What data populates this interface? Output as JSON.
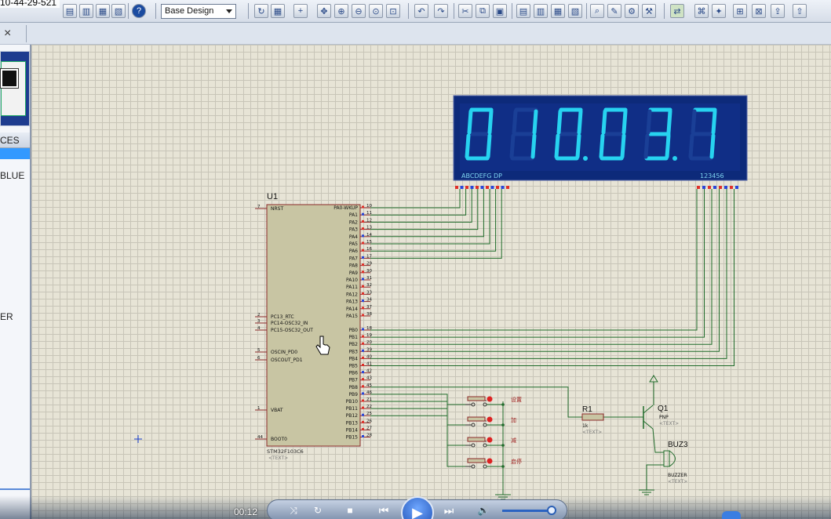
{
  "window": {
    "title_stamp": "10-44-29-521"
  },
  "toolbar": {
    "design_select": "Base Design"
  },
  "tabstrip": {
    "close_glyph": "×"
  },
  "left_panel": {
    "devices_header": "CES",
    "items": [
      "BLUE",
      "ER"
    ]
  },
  "schematic": {
    "mcu": {
      "ref": "U1",
      "part": "STM32F103C6",
      "text_placeholder": "<TEXT>",
      "left_pins": [
        {
          "num": "7",
          "name": "NRST"
        },
        {
          "num": "2",
          "name": "PC13_RTC"
        },
        {
          "num": "3",
          "name": "PC14-OSC32_IN"
        },
        {
          "num": "4",
          "name": "PC15-OSC32_OUT"
        },
        {
          "num": "5",
          "name": "OSCIN_PD0"
        },
        {
          "num": "6",
          "name": "OSCOUT_PD1"
        },
        {
          "num": "1",
          "name": "VBAT"
        },
        {
          "num": "44",
          "name": "BOOT0"
        }
      ],
      "right_pins": [
        {
          "num": "10",
          "name": "PA0-WKUP"
        },
        {
          "num": "11",
          "name": "PA1"
        },
        {
          "num": "12",
          "name": "PA2"
        },
        {
          "num": "13",
          "name": "PA3"
        },
        {
          "num": "14",
          "name": "PA4"
        },
        {
          "num": "15",
          "name": "PA5"
        },
        {
          "num": "16",
          "name": "PA6"
        },
        {
          "num": "17",
          "name": "PA7"
        },
        {
          "num": "29",
          "name": "PA8"
        },
        {
          "num": "30",
          "name": "PA9"
        },
        {
          "num": "31",
          "name": "PA10"
        },
        {
          "num": "32",
          "name": "PA11"
        },
        {
          "num": "33",
          "name": "PA12"
        },
        {
          "num": "34",
          "name": "PA13"
        },
        {
          "num": "37",
          "name": "PA14"
        },
        {
          "num": "38",
          "name": "PA15"
        },
        {
          "num": "18",
          "name": "PB0"
        },
        {
          "num": "19",
          "name": "PB1"
        },
        {
          "num": "20",
          "name": "PB2"
        },
        {
          "num": "39",
          "name": "PB3"
        },
        {
          "num": "40",
          "name": "PB4"
        },
        {
          "num": "41",
          "name": "PB5"
        },
        {
          "num": "42",
          "name": "PB6"
        },
        {
          "num": "43",
          "name": "PB7"
        },
        {
          "num": "45",
          "name": "PB8"
        },
        {
          "num": "46",
          "name": "PB9"
        },
        {
          "num": "21",
          "name": "PB10"
        },
        {
          "num": "22",
          "name": "PB11"
        },
        {
          "num": "25",
          "name": "PB12"
        },
        {
          "num": "26",
          "name": "PB13"
        },
        {
          "num": "27",
          "name": "PB14"
        },
        {
          "num": "28",
          "name": "PB15"
        }
      ]
    },
    "display": {
      "digits": [
        "0",
        "1",
        "0",
        "0",
        "3",
        "7"
      ],
      "dots": [
        false,
        false,
        true,
        false,
        true,
        false
      ],
      "segment_label": "ABCDEFG  DP",
      "digit_label": "123456"
    },
    "buttons": [
      "设置",
      "加",
      "减",
      "启停"
    ],
    "resistor": {
      "ref": "R1",
      "value": "1k",
      "text": "<TEXT>"
    },
    "transistor": {
      "ref": "Q1",
      "type": "PNP",
      "text": "<TEXT>"
    },
    "buzzer": {
      "ref": "BUZ3",
      "type": "BUZZER",
      "text": "<TEXT>"
    },
    "colors": {
      "wire": "#1f6b2a",
      "body": "#c8c5a3",
      "body_border": "#8b2a2a",
      "display_bg": "#0d2a7a",
      "segment_on": "#27d3f0",
      "segment_off": "#1a3f96"
    }
  },
  "media": {
    "time": "00:12"
  }
}
